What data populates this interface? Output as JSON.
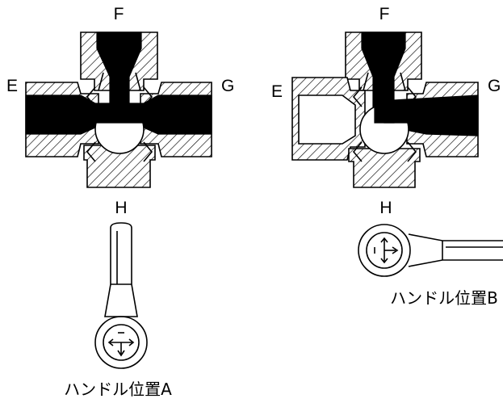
{
  "left_valve": {
    "labels": {
      "top": "F",
      "left": "E",
      "right": "G"
    }
  },
  "right_valve": {
    "labels": {
      "top": "F",
      "left": "E",
      "right": "G"
    }
  },
  "handle_a": {
    "label": "H",
    "caption": "ハンドル位置A"
  },
  "handle_b": {
    "label": "H",
    "caption": "ハンドル位置B"
  }
}
